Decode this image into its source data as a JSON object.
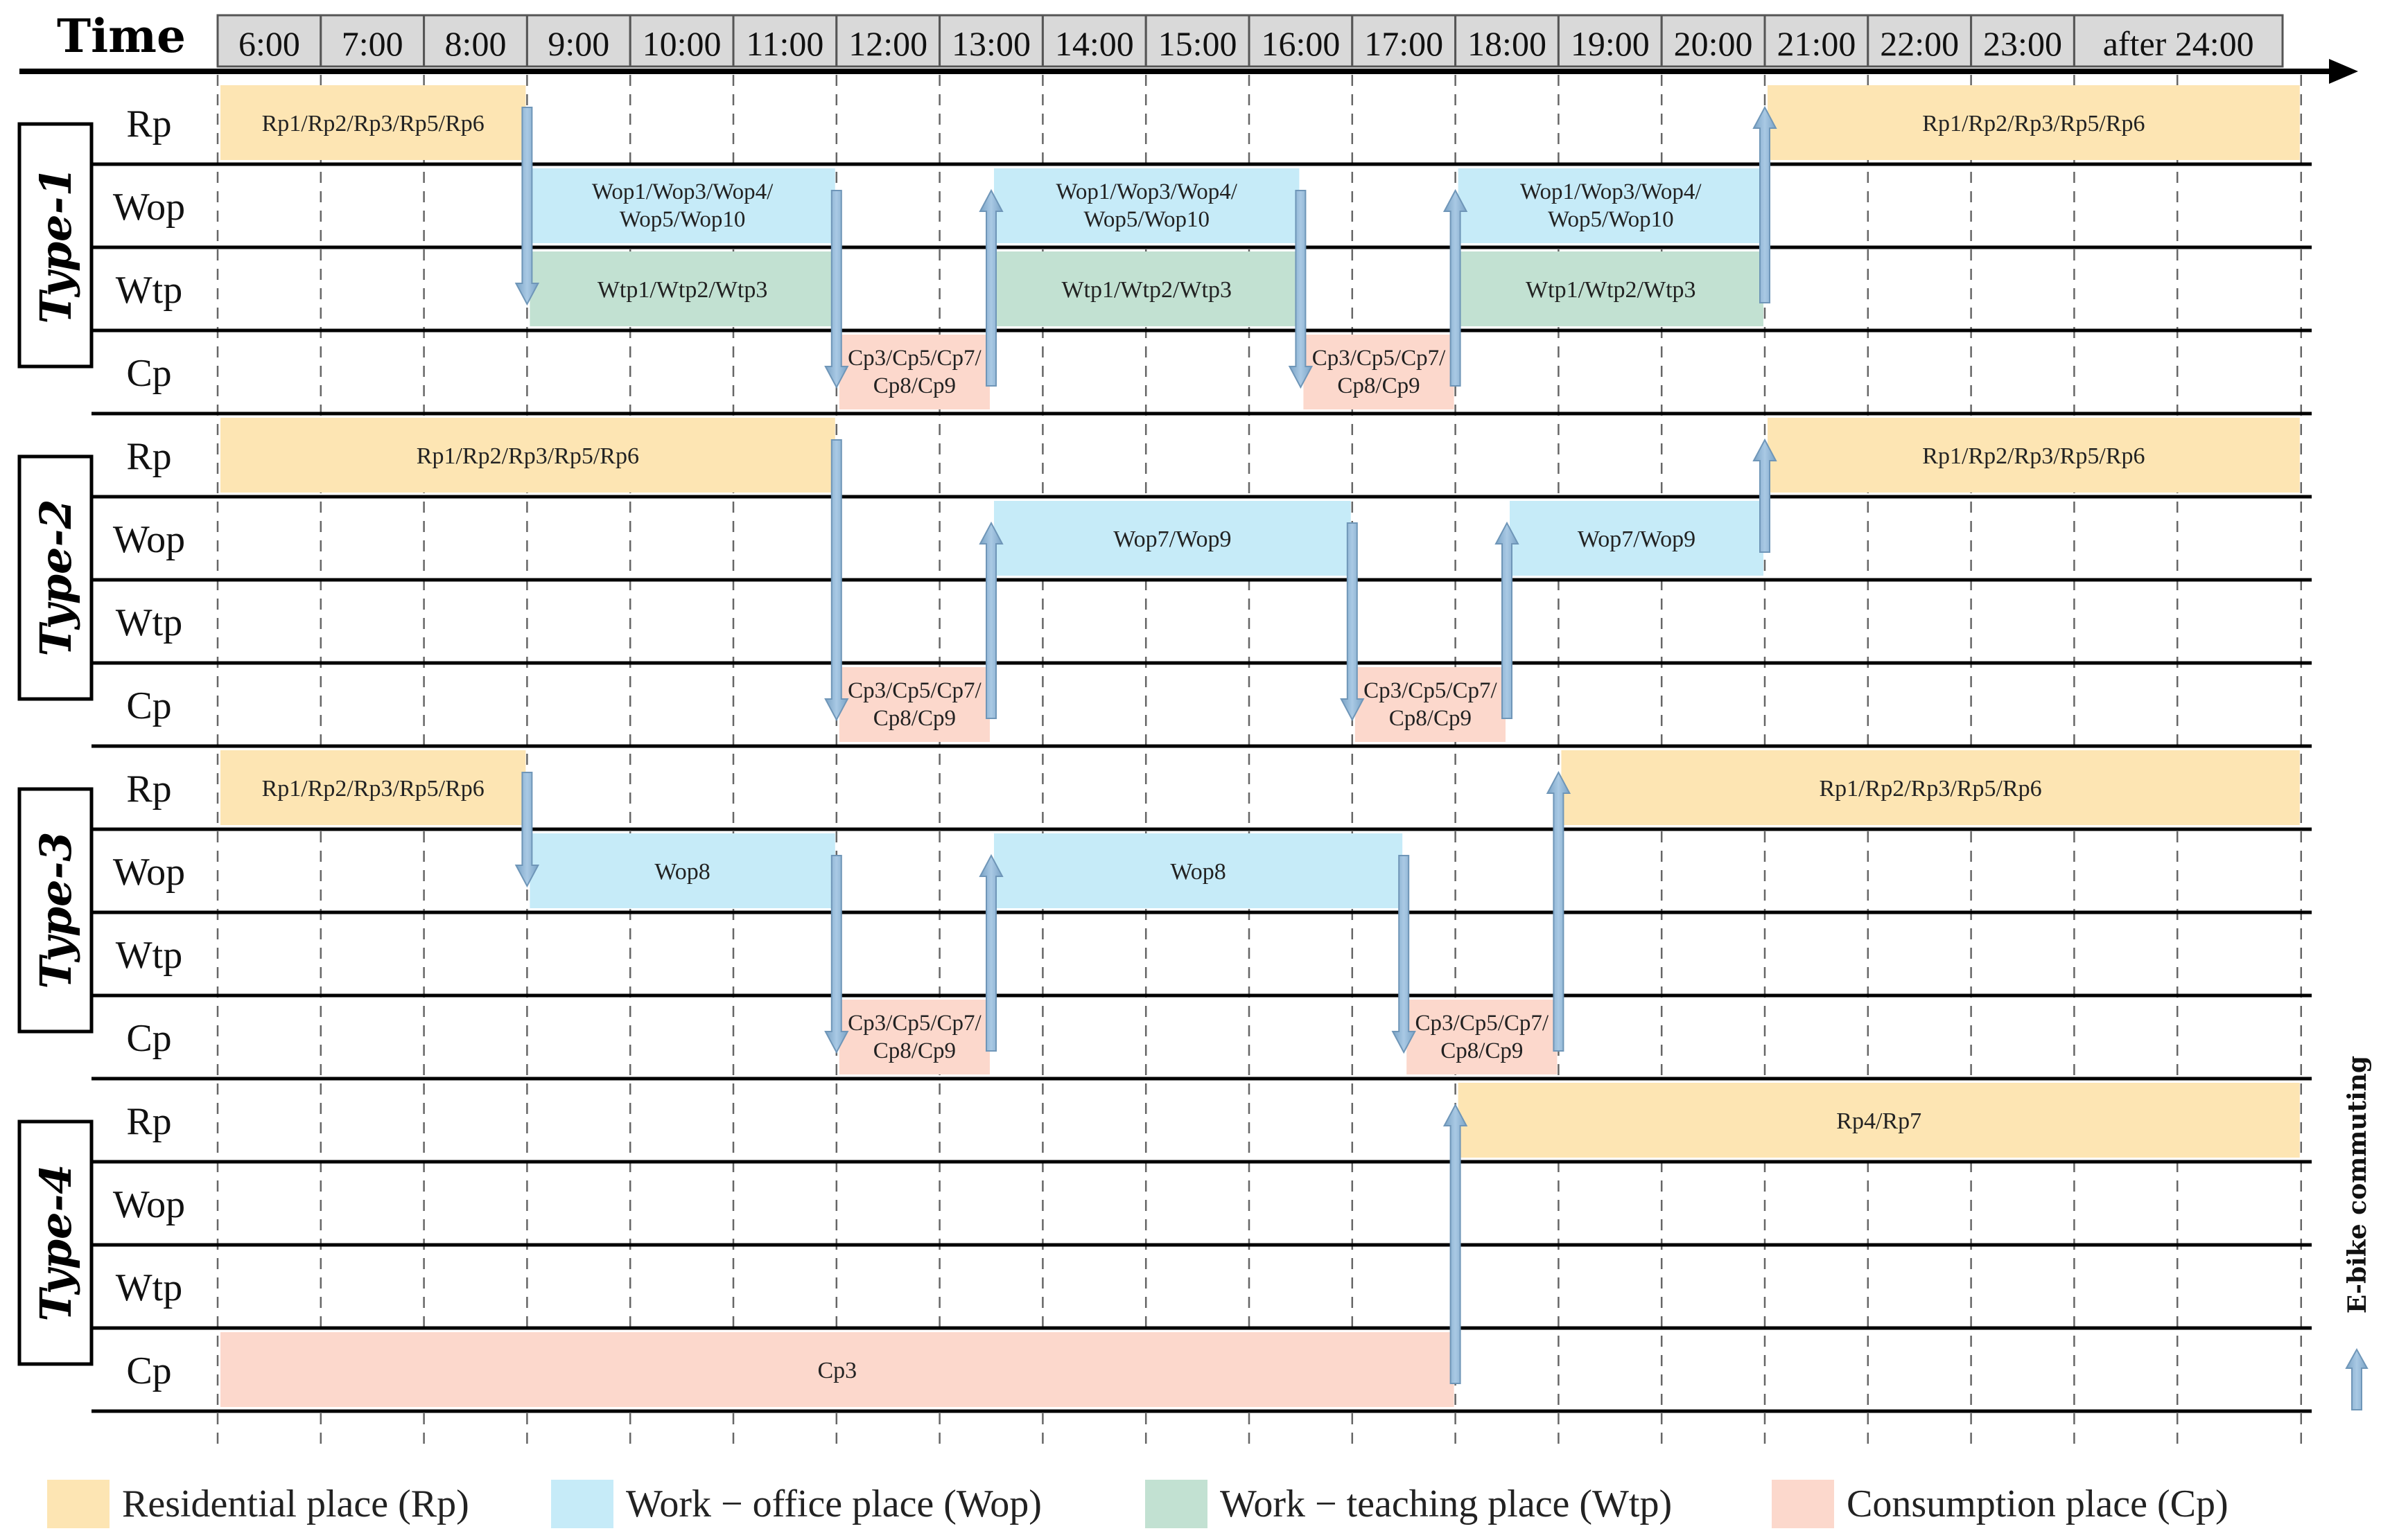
{
  "header": {
    "time_label": "Time",
    "hours": [
      "6:00",
      "7:00",
      "8:00",
      "9:00",
      "10:00",
      "11:00",
      "12:00",
      "13:00",
      "14:00",
      "15:00",
      "16:00",
      "17:00",
      "18:00",
      "19:00",
      "20:00",
      "21:00",
      "22:00",
      "23:00",
      "after 24:00"
    ]
  },
  "colors": {
    "rp": "#fde5b3",
    "wop": "#c6ebf8",
    "wtp": "#c2e1d2",
    "cp": "#fcd8cc",
    "arrow": "#8cb4d6",
    "line": "#000000"
  },
  "row_labels": [
    "Rp",
    "Wop",
    "Wtp",
    "Cp"
  ],
  "types": [
    {
      "label": "Type-1",
      "blocks": [
        {
          "row": 0,
          "start": 6,
          "end": 9,
          "lines": [
            "Rp1/Rp2/Rp3/Rp5/Rp6"
          ],
          "cat": "rp"
        },
        {
          "row": 1,
          "start": 9,
          "end": 12,
          "lines": [
            "Wop1/Wop3/Wop4/",
            "Wop5/Wop10"
          ],
          "cat": "wop"
        },
        {
          "row": 2,
          "start": 9,
          "end": 12,
          "lines": [
            "Wtp1/Wtp2/Wtp3"
          ],
          "cat": "wtp"
        },
        {
          "row": 3,
          "start": 12,
          "end": 13.5,
          "lines": [
            "Cp3/Cp5/Cp7/",
            "Cp8/Cp9"
          ],
          "cat": "cp"
        },
        {
          "row": 1,
          "start": 13.5,
          "end": 16.5,
          "lines": [
            "Wop1/Wop3/Wop4/",
            "Wop5/Wop10"
          ],
          "cat": "wop"
        },
        {
          "row": 2,
          "start": 13.5,
          "end": 16.5,
          "lines": [
            "Wtp1/Wtp2/Wtp3"
          ],
          "cat": "wtp"
        },
        {
          "row": 3,
          "start": 16.5,
          "end": 18,
          "lines": [
            "Cp3/Cp5/Cp7/",
            "Cp8/Cp9"
          ],
          "cat": "cp"
        },
        {
          "row": 1,
          "start": 18,
          "end": 21,
          "lines": [
            "Wop1/Wop3/Wop4/",
            "Wop5/Wop10"
          ],
          "cat": "wop"
        },
        {
          "row": 2,
          "start": 18,
          "end": 21,
          "lines": [
            "Wtp1/Wtp2/Wtp3"
          ],
          "cat": "wtp"
        },
        {
          "row": 0,
          "start": 21,
          "end": 26.2,
          "lines": [
            "Rp1/Rp2/Rp3/Rp5/Rp6"
          ],
          "cat": "rp"
        }
      ],
      "arrows": [
        {
          "t": 9,
          "from": 0,
          "to": 2
        },
        {
          "t": 12,
          "from": 1,
          "to": 3
        },
        {
          "t": 13.5,
          "from": 3,
          "to": 1
        },
        {
          "t": 16.5,
          "from": 1,
          "to": 3
        },
        {
          "t": 18,
          "from": 3,
          "to": 1
        },
        {
          "t": 21,
          "from": 2,
          "to": 0
        }
      ]
    },
    {
      "label": "Type-2",
      "blocks": [
        {
          "row": 0,
          "start": 6,
          "end": 12,
          "lines": [
            "Rp1/Rp2/Rp3/Rp5/Rp6"
          ],
          "cat": "rp"
        },
        {
          "row": 3,
          "start": 12,
          "end": 13.5,
          "lines": [
            "Cp3/Cp5/Cp7/",
            "Cp8/Cp9"
          ],
          "cat": "cp"
        },
        {
          "row": 1,
          "start": 13.5,
          "end": 17,
          "lines": [
            "Wop7/Wop9"
          ],
          "cat": "wop"
        },
        {
          "row": 3,
          "start": 17,
          "end": 18.5,
          "lines": [
            "Cp3/Cp5/Cp7/",
            "Cp8/Cp9"
          ],
          "cat": "cp"
        },
        {
          "row": 1,
          "start": 18.5,
          "end": 21,
          "lines": [
            "Wop7/Wop9"
          ],
          "cat": "wop"
        },
        {
          "row": 0,
          "start": 21,
          "end": 26.2,
          "lines": [
            "Rp1/Rp2/Rp3/Rp5/Rp6"
          ],
          "cat": "rp"
        }
      ],
      "arrows": [
        {
          "t": 12,
          "from": 0,
          "to": 3
        },
        {
          "t": 13.5,
          "from": 3,
          "to": 1
        },
        {
          "t": 17,
          "from": 1,
          "to": 3
        },
        {
          "t": 18.5,
          "from": 3,
          "to": 1
        },
        {
          "t": 21,
          "from": 1,
          "to": 0
        }
      ]
    },
    {
      "label": "Type-3",
      "blocks": [
        {
          "row": 0,
          "start": 6,
          "end": 9,
          "lines": [
            "Rp1/Rp2/Rp3/Rp5/Rp6"
          ],
          "cat": "rp"
        },
        {
          "row": 1,
          "start": 9,
          "end": 12,
          "lines": [
            "Wop8"
          ],
          "cat": "wop"
        },
        {
          "row": 3,
          "start": 12,
          "end": 13.5,
          "lines": [
            "Cp3/Cp5/Cp7/",
            "Cp8/Cp9"
          ],
          "cat": "cp"
        },
        {
          "row": 1,
          "start": 13.5,
          "end": 17.5,
          "lines": [
            "Wop8"
          ],
          "cat": "wop"
        },
        {
          "row": 3,
          "start": 17.5,
          "end": 19,
          "lines": [
            "Cp3/Cp5/Cp7/",
            "Cp8/Cp9"
          ],
          "cat": "cp"
        },
        {
          "row": 0,
          "start": 19,
          "end": 26.2,
          "lines": [
            "Rp1/Rp2/Rp3/Rp5/Rp6"
          ],
          "cat": "rp"
        }
      ],
      "arrows": [
        {
          "t": 9,
          "from": 0,
          "to": 1
        },
        {
          "t": 12,
          "from": 1,
          "to": 3
        },
        {
          "t": 13.5,
          "from": 3,
          "to": 1
        },
        {
          "t": 17.5,
          "from": 1,
          "to": 3
        },
        {
          "t": 19,
          "from": 3,
          "to": 0
        }
      ]
    },
    {
      "label": "Type-4",
      "blocks": [
        {
          "row": 3,
          "start": 6,
          "end": 18,
          "lines": [
            "Cp3"
          ],
          "cat": "cp"
        },
        {
          "row": 0,
          "start": 18,
          "end": 26.2,
          "lines": [
            "Rp4/Rp7"
          ],
          "cat": "rp"
        }
      ],
      "arrows": [
        {
          "t": 18,
          "from": 3,
          "to": 0
        }
      ]
    }
  ],
  "side_legend": {
    "label": "E-bike commuting"
  },
  "legend": [
    {
      "key": "rp",
      "label": "Residential place (Rp)"
    },
    {
      "key": "wop",
      "label": "Work − office place (Wop)"
    },
    {
      "key": "wtp",
      "label": "Work − teaching place (Wtp)"
    },
    {
      "key": "cp",
      "label": "Consumption place (Cp)"
    }
  ]
}
